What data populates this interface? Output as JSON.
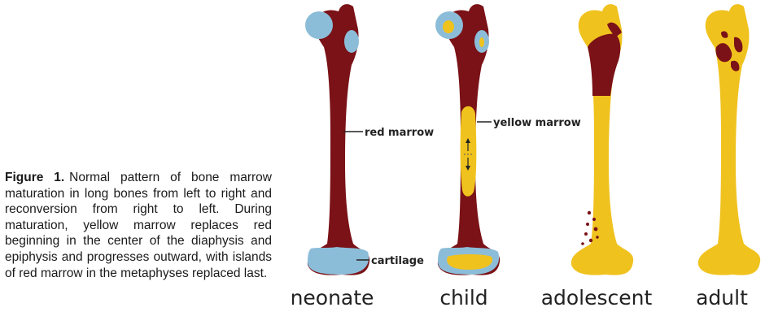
{
  "caption": {
    "figure_label": "Figure 1.",
    "text": "Normal pattern of bone marrow maturation in long bones from left to right and reconversion from right to left. During maturation, yellow marrow replaces red beginning in the center of the diaphysis and epiphysis and progresses outward, with islands of red marrow in the metaphyses replaced last."
  },
  "stages": [
    {
      "label": "neonate"
    },
    {
      "label": "child"
    },
    {
      "label": "adolescent"
    },
    {
      "label": "adult"
    }
  ],
  "callouts": {
    "red_marrow": "red marrow",
    "yellow_marrow": "yellow marrow",
    "cartilage": "cartilage"
  },
  "colors": {
    "red_marrow": "#7a1217",
    "yellow_marrow": "#f0c21e",
    "cartilage": "#8cbdd8"
  }
}
